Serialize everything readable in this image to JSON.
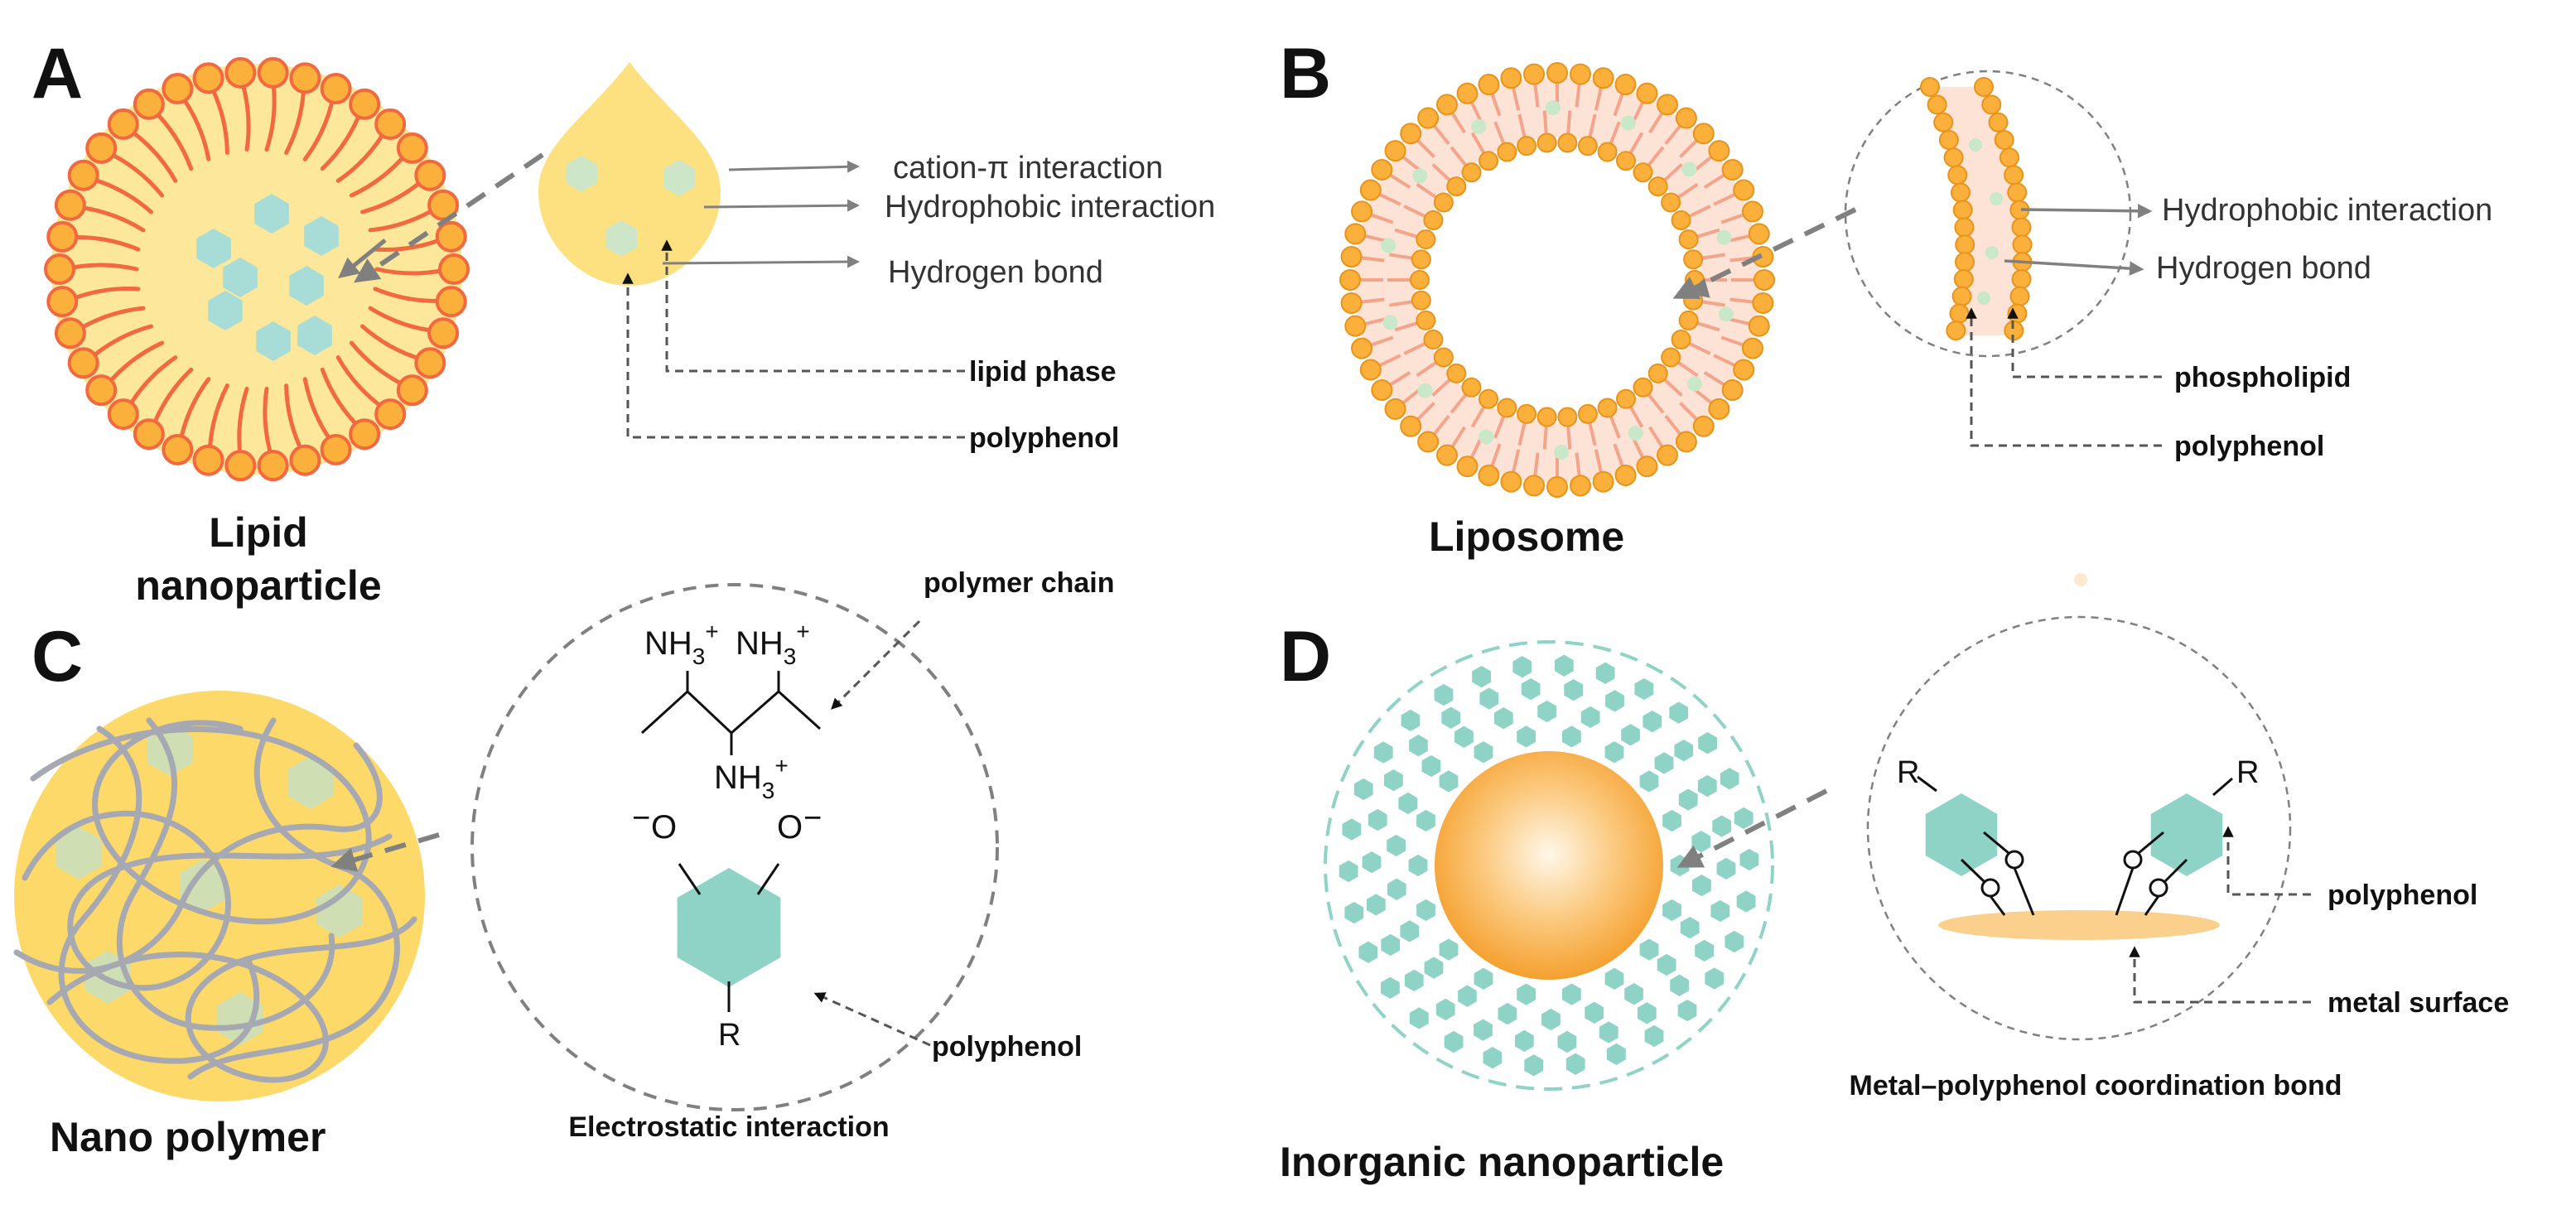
{
  "panels": {
    "A": {
      "letter": "A",
      "title_line1": "Lipid",
      "title_line2": "nanoparticle",
      "interactions": [
        "cation-π interaction",
        "Hydrophobic interaction",
        "Hydrogen bond"
      ],
      "pointer_labels": [
        "lipid phase",
        "polyphenol"
      ]
    },
    "B": {
      "letter": "B",
      "title": "Liposome",
      "interactions": [
        "Hydrophobic interaction",
        "Hydrogen bond"
      ],
      "pointer_labels": [
        "phospholipid",
        "polyphenol"
      ]
    },
    "C": {
      "letter": "C",
      "title": "Nano polymer",
      "pointer_labels": [
        "polymer chain",
        "polyphenol"
      ],
      "caption": "Electrostatic interaction",
      "chem": {
        "amine": "NH",
        "sub3": "3",
        "sup_plus": "+",
        "oxygen": "O",
        "minus": "−",
        "group": "R"
      }
    },
    "D": {
      "letter": "D",
      "title": "Inorganic nanoparticle",
      "pointer_labels": [
        "polyphenol",
        "metal surface"
      ],
      "caption": "Metal–polyphenol coordination bond",
      "chem": {
        "group": "R"
      }
    }
  },
  "colors": {
    "lipid_body": "#f2683f",
    "lipid_head": "#fbb03b",
    "lipid_fill": "#fde79a",
    "polyphenol": "#8fd3c7",
    "polymer_ball": "#fdd96a",
    "polymer_chain": "#a6a8b2",
    "gold": "#f7a93c",
    "arrow_grey": "#808080"
  }
}
